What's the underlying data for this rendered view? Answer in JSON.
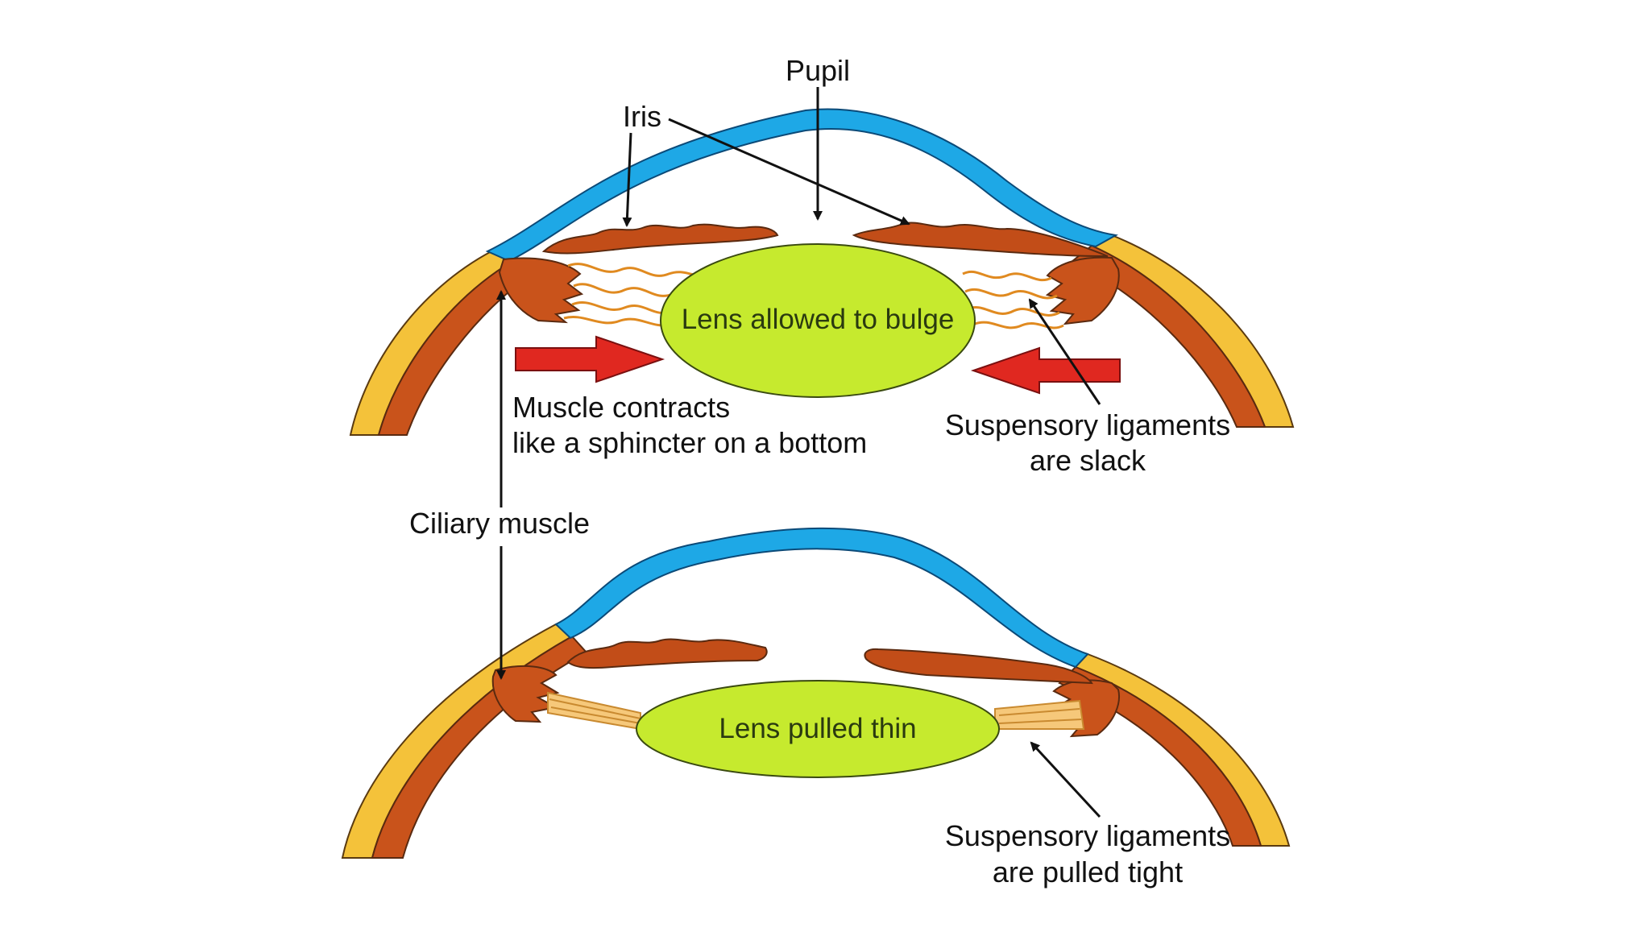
{
  "labels": {
    "pupil": "Pupil",
    "iris": "Iris",
    "lens_bulge": "Lens allowed to bulge",
    "muscle_contracts_line1": "Muscle contracts",
    "muscle_contracts_line2": "like a sphincter on a bottom",
    "ligaments_slack_line1": "Suspensory ligaments",
    "ligaments_slack_line2": "are slack",
    "ciliary_muscle": "Ciliary muscle",
    "lens_thin": "Lens pulled thin",
    "ligaments_tight_line1": "Suspensory ligaments",
    "ligaments_tight_line2": "are pulled tight"
  },
  "colors": {
    "cornea": "#1ea8e6",
    "sclera": "#f4c23a",
    "choroid": "#c9531b",
    "iris": "#c24d18",
    "lens": "#c6ea2e",
    "ligament": "#f6c87a",
    "arrow": "#e02820"
  }
}
